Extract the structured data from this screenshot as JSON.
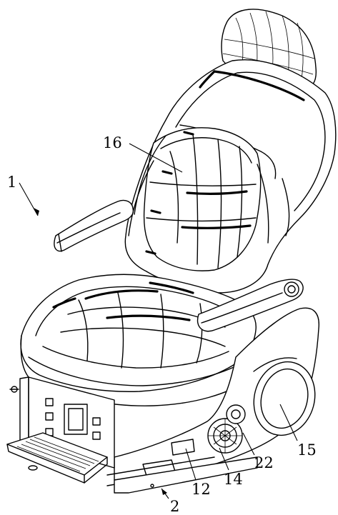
{
  "figure": {
    "labels": [
      {
        "id": "label-1",
        "text": "1"
      },
      {
        "id": "label-16",
        "text": "16"
      },
      {
        "id": "label-15",
        "text": "15"
      },
      {
        "id": "label-22",
        "text": "22"
      },
      {
        "id": "label-14",
        "text": "14"
      },
      {
        "id": "label-12",
        "text": "12"
      },
      {
        "id": "label-2",
        "text": "2"
      }
    ]
  }
}
